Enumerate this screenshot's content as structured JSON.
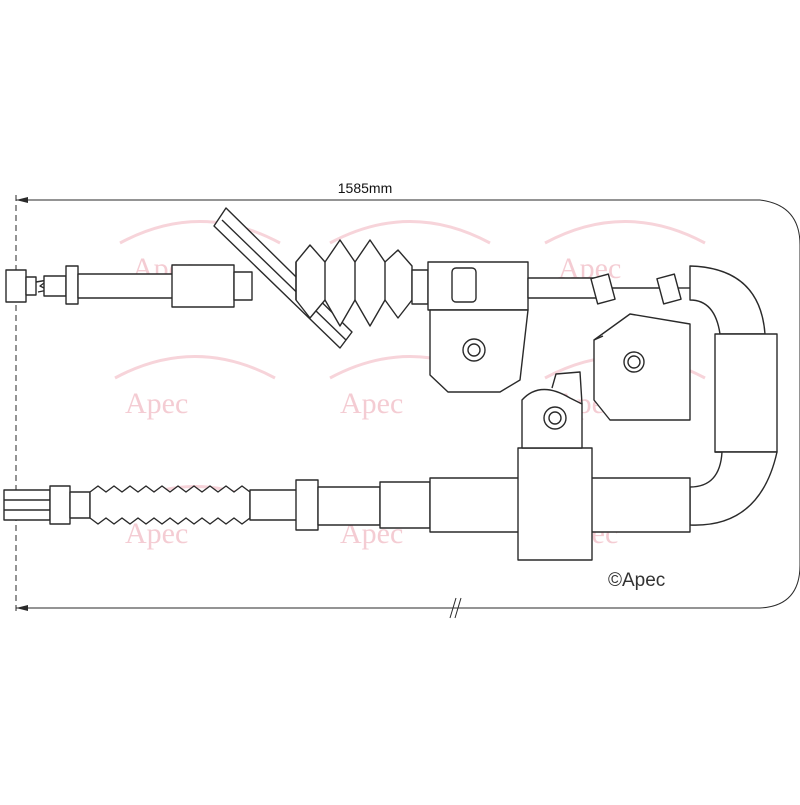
{
  "dimension": {
    "overall_length": "1585mm"
  },
  "copyright": "©Apec",
  "watermark": "Apec",
  "colors": {
    "line": "#2a2a2a",
    "watermark": "#f3c4cc",
    "background": "#ffffff"
  }
}
